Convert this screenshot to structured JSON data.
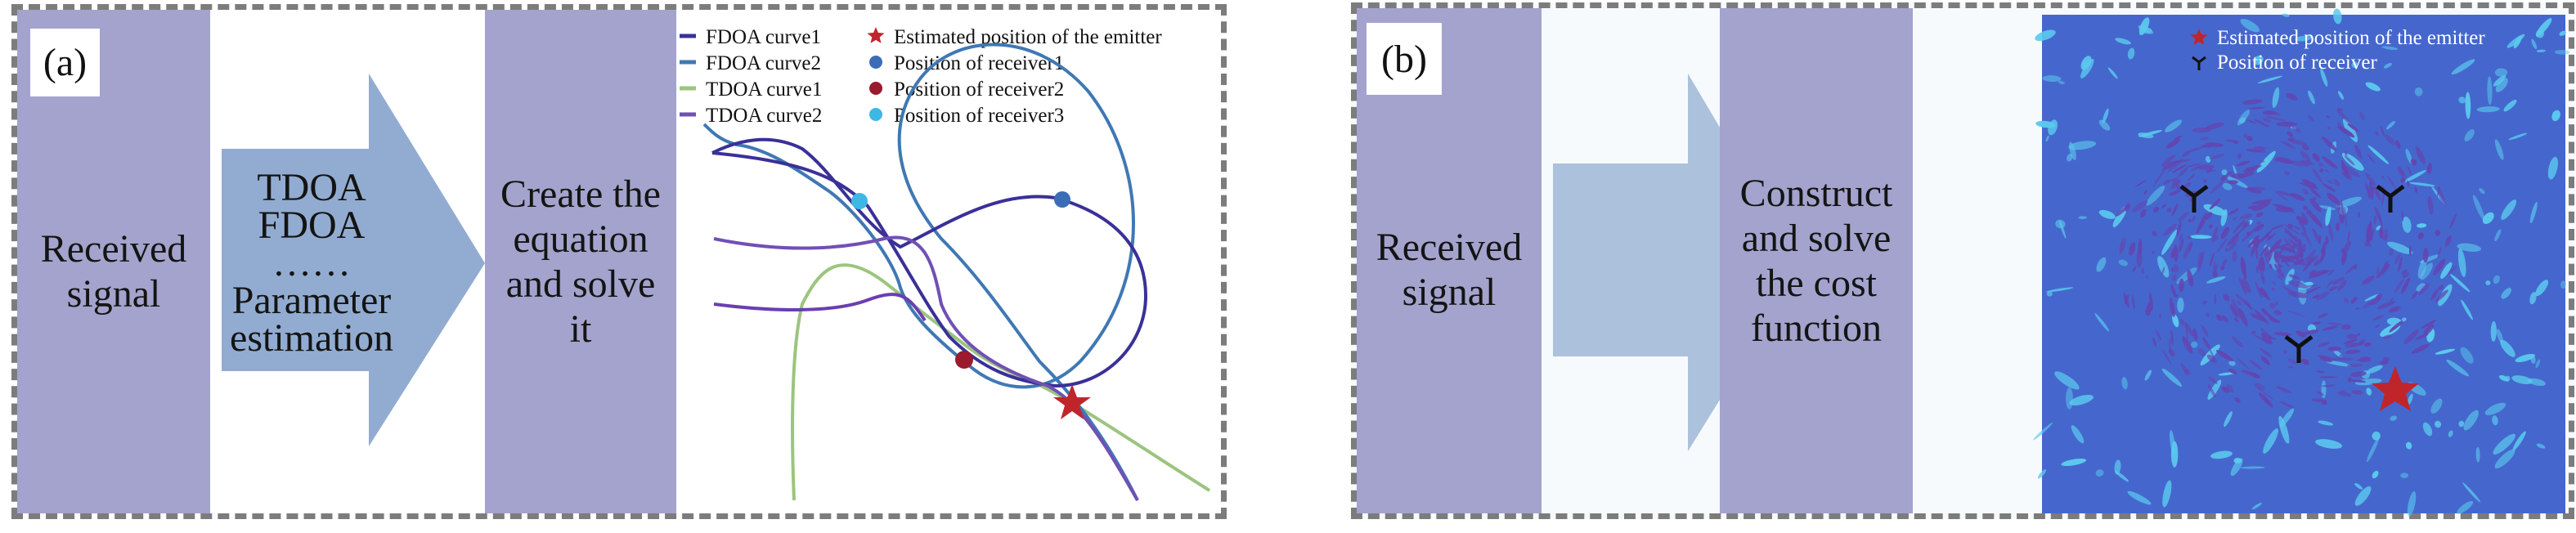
{
  "panel_a": {
    "label": "(a)",
    "step1_lines": [
      "Received",
      "signal"
    ],
    "step2_lines": [
      "TDOA",
      "FDOA",
      "……",
      "Parameter",
      "estimation"
    ],
    "step3_lines": [
      "Create the",
      "equation",
      "and solve",
      "it"
    ],
    "legend": [
      {
        "label": "FDOA curve1",
        "kind": "line",
        "color": "#3a3098"
      },
      {
        "label": "FDOA curve2",
        "kind": "line",
        "color": "#3f78b4"
      },
      {
        "label": "TDOA curve1",
        "kind": "line",
        "color": "#9cc47e"
      },
      {
        "label": "TDOA curve2",
        "kind": "line",
        "color": "#7150b4"
      },
      {
        "label": "Estimated position of the emitter",
        "kind": "star",
        "color": "#c0252b"
      },
      {
        "label": "Position of receiver1",
        "kind": "dot",
        "color": "#3b6db6"
      },
      {
        "label": "Position of receiver2",
        "kind": "dot",
        "color": "#9a1a2e"
      },
      {
        "label": "Position of receiver3",
        "kind": "dot",
        "color": "#3db7e4"
      }
    ]
  },
  "panel_b": {
    "label": "(b)",
    "step1_lines": [
      "Received",
      "signal"
    ],
    "step2_lines": [
      "Construct",
      "and solve",
      "the cost",
      "function"
    ],
    "legend": [
      {
        "label": "Estimated position of the emitter",
        "kind": "star",
        "color": "#c0252b"
      },
      {
        "label": "Position of receiver",
        "kind": "receiver",
        "color": "#111111"
      }
    ],
    "map_colors": {
      "background": "#4567cd",
      "speckle": "#5bc9ee",
      "cluster": "#6246b2"
    }
  }
}
